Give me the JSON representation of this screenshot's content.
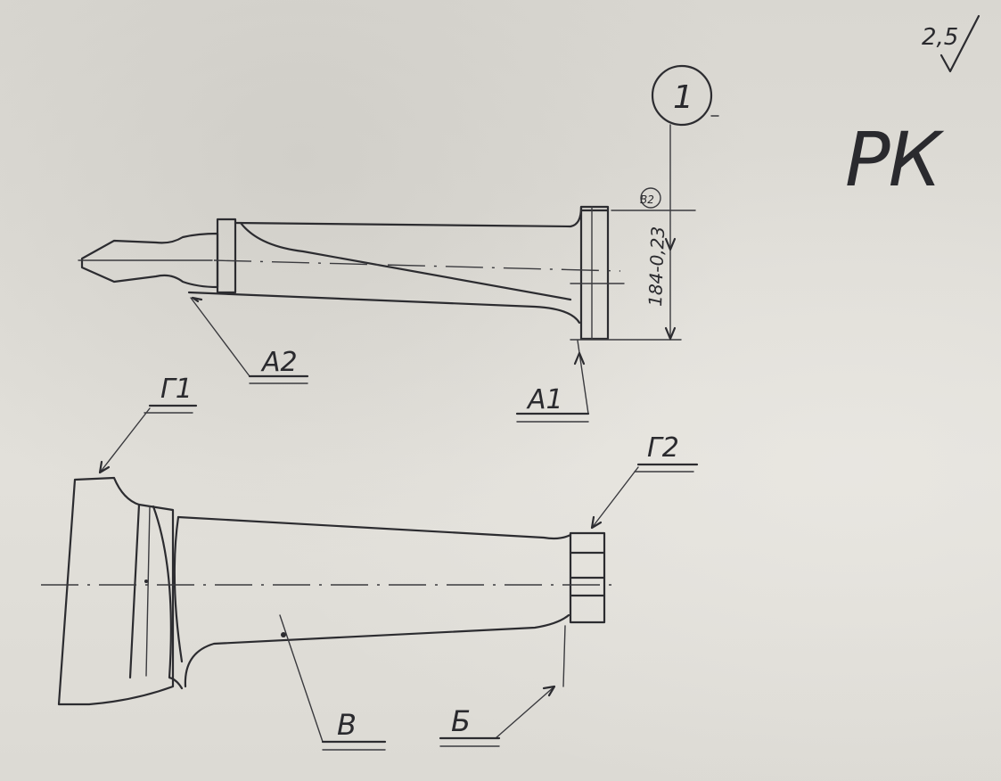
{
  "surface_roughness": "2,5",
  "stamp": "РК",
  "position_number": "1",
  "dimension": "184-0,23",
  "marker_circle": "В2",
  "labels": {
    "a1": "А1",
    "a2": "А2",
    "g1": "Г1",
    "g2": "Г2",
    "b": "Б",
    "v": "В"
  }
}
